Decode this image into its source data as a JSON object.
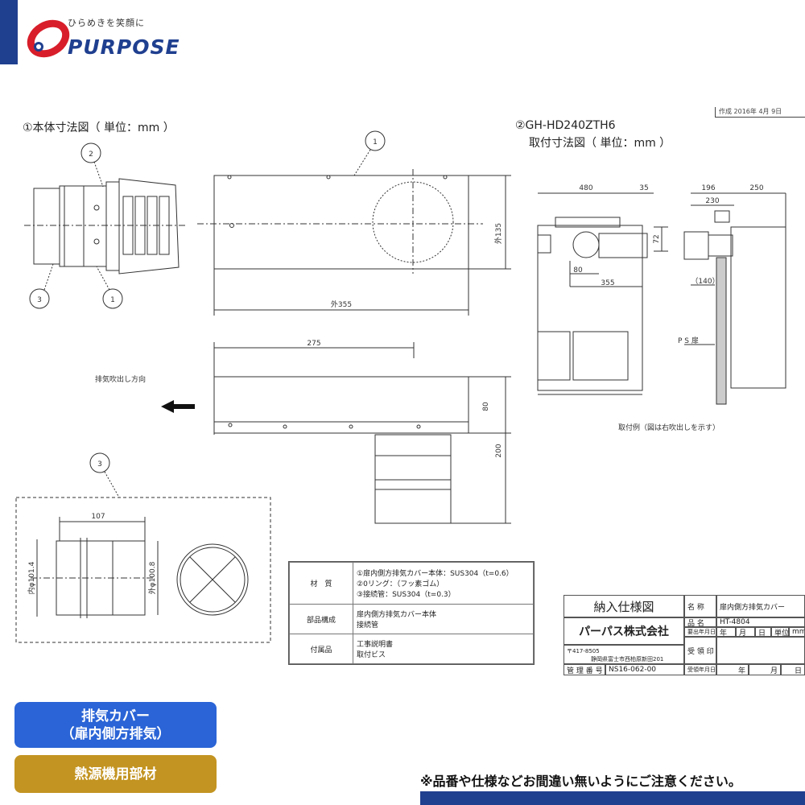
{
  "header": {
    "tagline": "ひらめきを笑顔に",
    "brand": "PURPOSE",
    "date": "作成 2016年 4月 9日"
  },
  "titles": {
    "body_dims": "①本体寸法図（ 単位：mm ）",
    "model": "②GH-HD240ZTH6",
    "install_dims": "取付寸法図（ 単位：mm ）"
  },
  "drawing": {
    "balloon_1": "1",
    "balloon_2": "2",
    "balloon_3": "3",
    "dim_355": "外355",
    "dim_135": "外135",
    "dim_275": "275",
    "dim_80": "80",
    "dim_200": "200",
    "exhaust_direction": "排気吹出し方向",
    "dim_107": "107",
    "dim_inner": "内φ101.4",
    "dim_outer": "外φ100.8",
    "inst_480": "480",
    "inst_35": "35",
    "inst_72": "72",
    "inst_80": "80",
    "inst_355": "355",
    "inst_196": "196",
    "inst_230": "230",
    "inst_250": "250",
    "inst_140": "（140）",
    "ps_door": "P S 扉",
    "install_example": "取付例（図は右吹出しを示す）"
  },
  "spec_table": {
    "rows": [
      {
        "header": "材　質",
        "lines": [
          "①扉内側方排気カバー本体：SUS304（t=0.6）",
          "②0リング：（フッ素ゴム）",
          "③接続管：SUS304（t=0.3）"
        ]
      },
      {
        "header": "部品構成",
        "lines": [
          "扉内側方排気カバー本体",
          "接続管"
        ]
      },
      {
        "header": "付属品",
        "lines": [
          "工事説明書",
          "取付ビス"
        ]
      }
    ]
  },
  "title_block": {
    "doc_title": "納入仕様図",
    "name_label": "名 称",
    "name_value": "扉内側方排気カバー",
    "company": "パーパス株式会社",
    "part_label": "品 名",
    "part_value": "HT-4804",
    "req_label": "要出年月日",
    "ymd": [
      "年",
      "月",
      "日"
    ],
    "unit_label": "単位",
    "unit_value": "mm",
    "postal": "〒417-8505",
    "address": "静岡県富士市西柏原新田201",
    "recv_label": "受 領 印",
    "mgmt_label": "管 理 番 号",
    "mgmt_value": "NS16-062-00",
    "recv_date_label": "受領年月日",
    "recv_ymd": [
      "年",
      "月",
      "日"
    ]
  },
  "badges": {
    "badge1_line1": "排気カバー",
    "badge1_line2": "（扉内側方排気）",
    "badge2": "熱源機用部材"
  },
  "footer": {
    "warning": "※品番や仕様などお間違い無いようにご注意ください。"
  },
  "colors": {
    "brand_blue": "#1f3f8f",
    "badge_blue": "#2a64d6",
    "badge_gold": "#c39421",
    "logo_red": "#d81e2a"
  }
}
